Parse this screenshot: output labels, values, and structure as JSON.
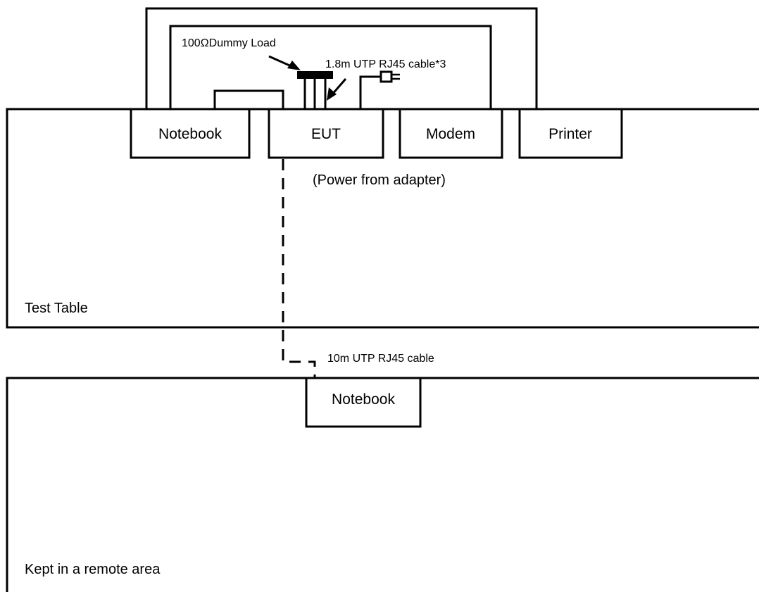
{
  "diagram": {
    "labels": {
      "dummy_load": "100ΩDummy Load",
      "eut_cable": "1.8m UTP RJ45 cable*3",
      "power_note": "(Power from adapter)",
      "remote_cable": "10m UTP RJ45 cable",
      "test_table": "Test Table",
      "remote_area": "Kept in a remote area"
    },
    "devices": {
      "notebook_local": "Notebook",
      "eut": "EUT",
      "modem": "Modem",
      "printer": "Printer",
      "notebook_remote": "Notebook"
    },
    "colors": {
      "line": "#000000",
      "background": "#ffffff"
    }
  }
}
